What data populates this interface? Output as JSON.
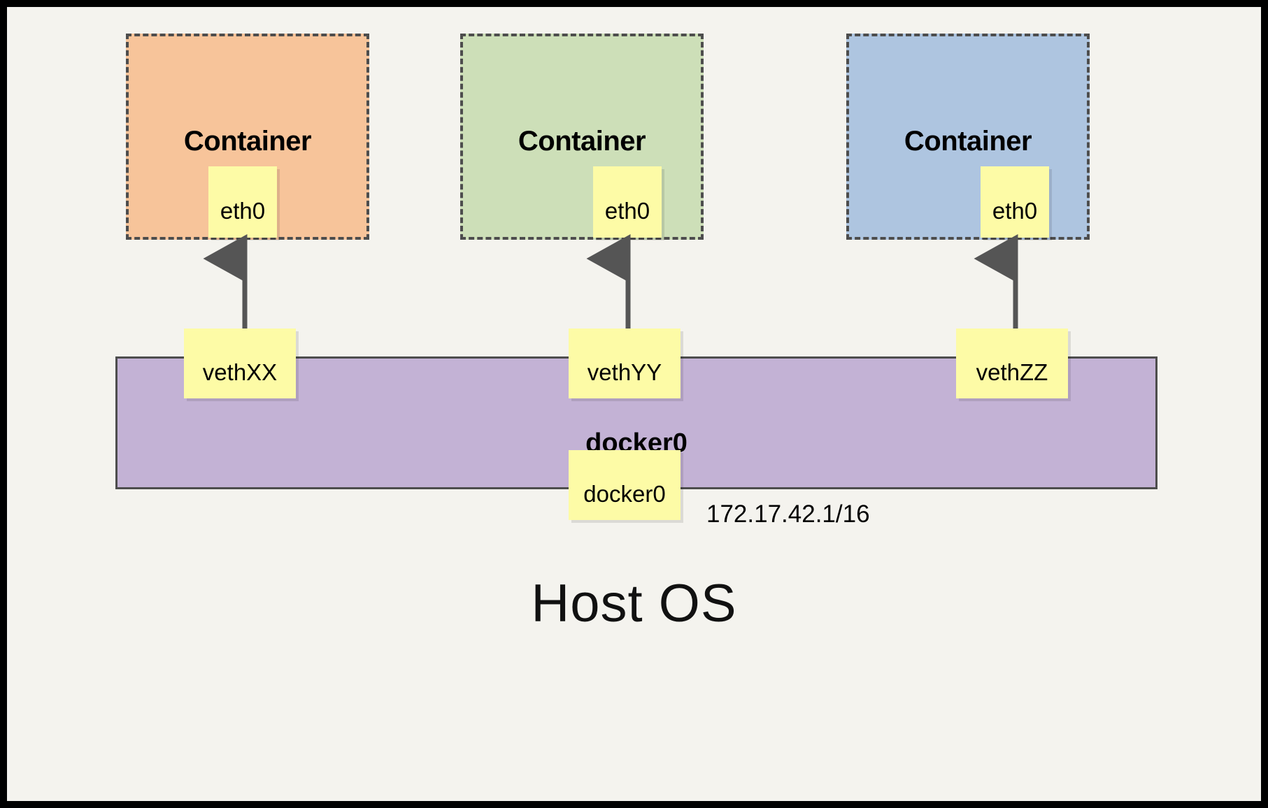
{
  "diagram": {
    "title_visible": false,
    "background_color": "#f4f3ee",
    "frame_color": "#000000",
    "host_label": "Host OS",
    "bridge": {
      "name": "docker0",
      "bar_label": "docker0",
      "port_label": "docker0",
      "ip_label": "172.17.42.1/16",
      "bar_color": "#c3b2d5",
      "border_color": "#4d4d4d"
    },
    "note_color": "#fdfba6",
    "arrow_color": "#555555",
    "containers": [
      {
        "title": "Container",
        "interface_label": "eth0",
        "veth_label": "vethXX",
        "fill_color": "#f7c49a",
        "border_color": "#4d4d4d"
      },
      {
        "title": "Container",
        "interface_label": "eth0",
        "veth_label": "vethYY",
        "fill_color": "#cddfb8",
        "border_color": "#4d4d4d"
      },
      {
        "title": "Container",
        "interface_label": "eth0",
        "veth_label": "vethZZ",
        "fill_color": "#aec5e0",
        "border_color": "#4d4d4d"
      }
    ],
    "links": [
      {
        "from": "eth0",
        "to": "vethXX",
        "style": "double-arrow"
      },
      {
        "from": "eth0",
        "to": "vethYY",
        "style": "double-arrow"
      },
      {
        "from": "eth0",
        "to": "vethZZ",
        "style": "double-arrow"
      }
    ]
  }
}
